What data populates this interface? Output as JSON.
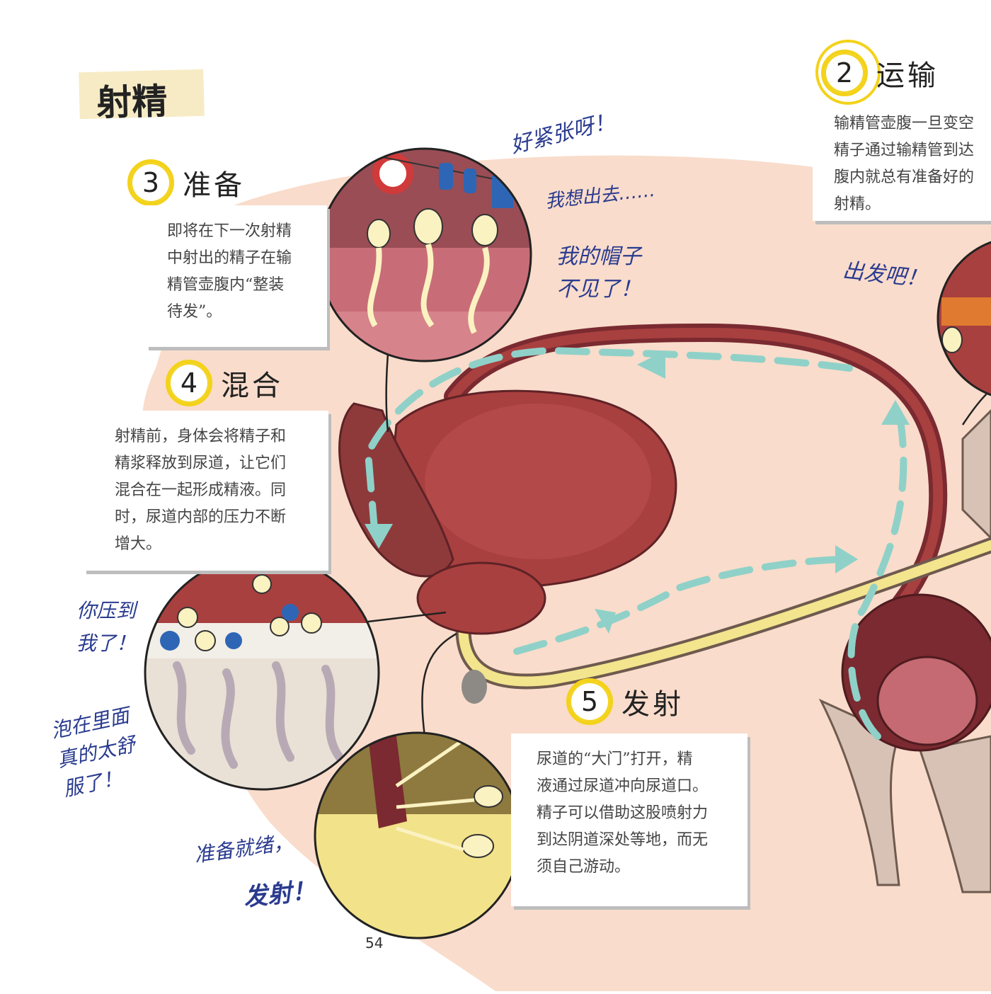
{
  "page_title": "射精",
  "steps": {
    "s2": {
      "number": "2",
      "title": "运输",
      "text": "输精管壶腹一旦变空\n精子通过输精管到达\n腹内就总有准备好的\n射精。"
    },
    "s3": {
      "number": "3",
      "title": "准备",
      "text": "即将在下一次射精\n中射出的精子在输\n精管壶腹内“整装\n待发”。"
    },
    "s4": {
      "number": "4",
      "title": "混合",
      "text": "射精前，身体会将精子和\n精浆释放到尿道，让它们\n混合在一起形成精液。同\n时，尿道内部的压力不断\n增大。"
    },
    "s5": {
      "number": "5",
      "title": "发射",
      "text": "尿道的“大门”打开，精\n液通过尿道冲向尿道口。\n精子可以借助这股喷射力\n到达阴道深处等地，而无\n须自己游动。"
    }
  },
  "speech": {
    "tight": "好紧张呀！",
    "want_out": "我想出去……",
    "hat": "我的帽子\n不见了！",
    "go": "出发吧！",
    "squeezed": "你压到\n我了！",
    "soaking": "泡在里面\n真的太舒\n服了！",
    "ready": "准备就绪，",
    "fire": "发射！"
  },
  "page_number": "54",
  "colors": {
    "body": "#f9dccb",
    "organ": "#a8403f",
    "organ_dark": "#7a2a30",
    "urethra": "#f3e48e",
    "arrow": "#8fd1c8",
    "accent": "#f3d21a",
    "handwriting": "#2a3b8f"
  }
}
